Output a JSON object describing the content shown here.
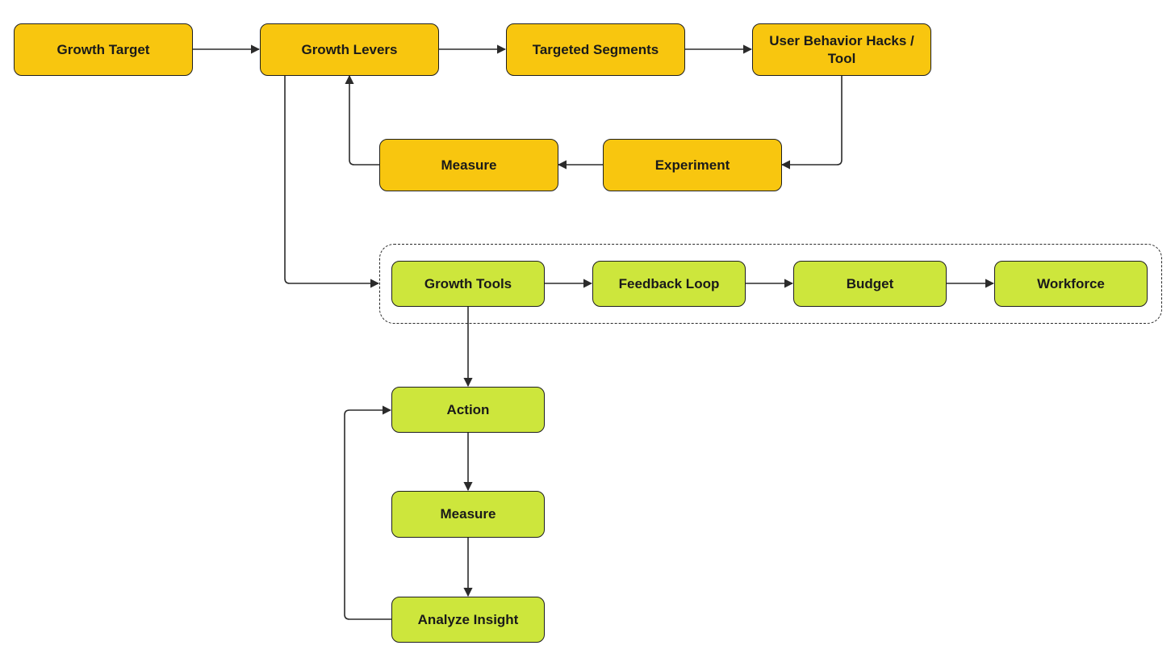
{
  "colors": {
    "primary_loop": "#f8c60f",
    "secondary_flow": "#cde63c",
    "stroke": "#1f1f1f",
    "background": "#ffffff"
  },
  "nodes": {
    "growth_target": "Growth Target",
    "growth_levers": "Growth Levers",
    "targeted_segments": "Targeted Segments",
    "user_behavior_hacks": "User Behavior Hacks / Tool",
    "experiment": "Experiment",
    "measure_top": "Measure",
    "growth_tools": "Growth Tools",
    "feedback_loop": "Feedback Loop",
    "budget": "Budget",
    "workforce": "Workforce",
    "action": "Action",
    "measure_bottom": "Measure",
    "analyze_insight": "Analyze Insight"
  }
}
